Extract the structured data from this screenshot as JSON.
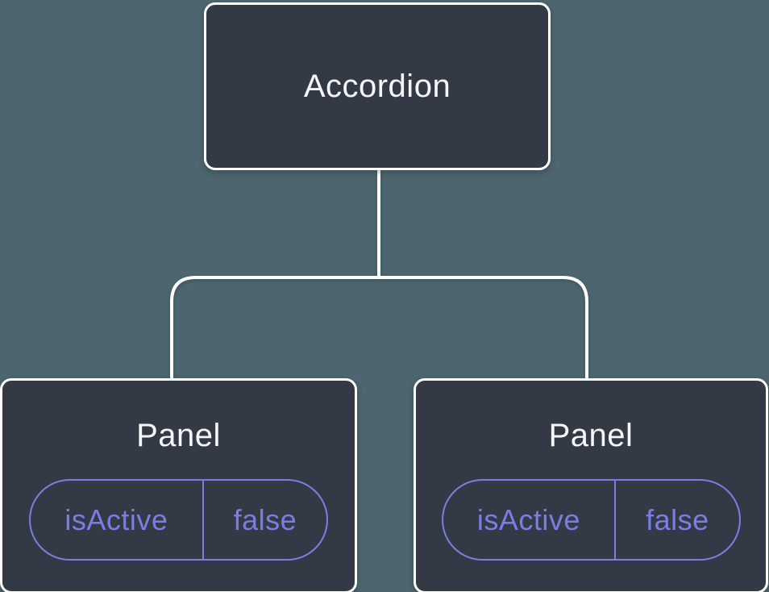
{
  "diagram": {
    "root": {
      "label": "Accordion"
    },
    "panels": [
      {
        "label": "Panel",
        "state": {
          "key": "isActive",
          "value": "false"
        }
      },
      {
        "label": "Panel",
        "state": {
          "key": "isActive",
          "value": "false"
        }
      }
    ],
    "colors": {
      "background": "#4c656e",
      "node_fill": "#333a46",
      "node_border": "#ffffff",
      "accent": "#7a7ee2",
      "text": "#f5f6f8"
    }
  }
}
